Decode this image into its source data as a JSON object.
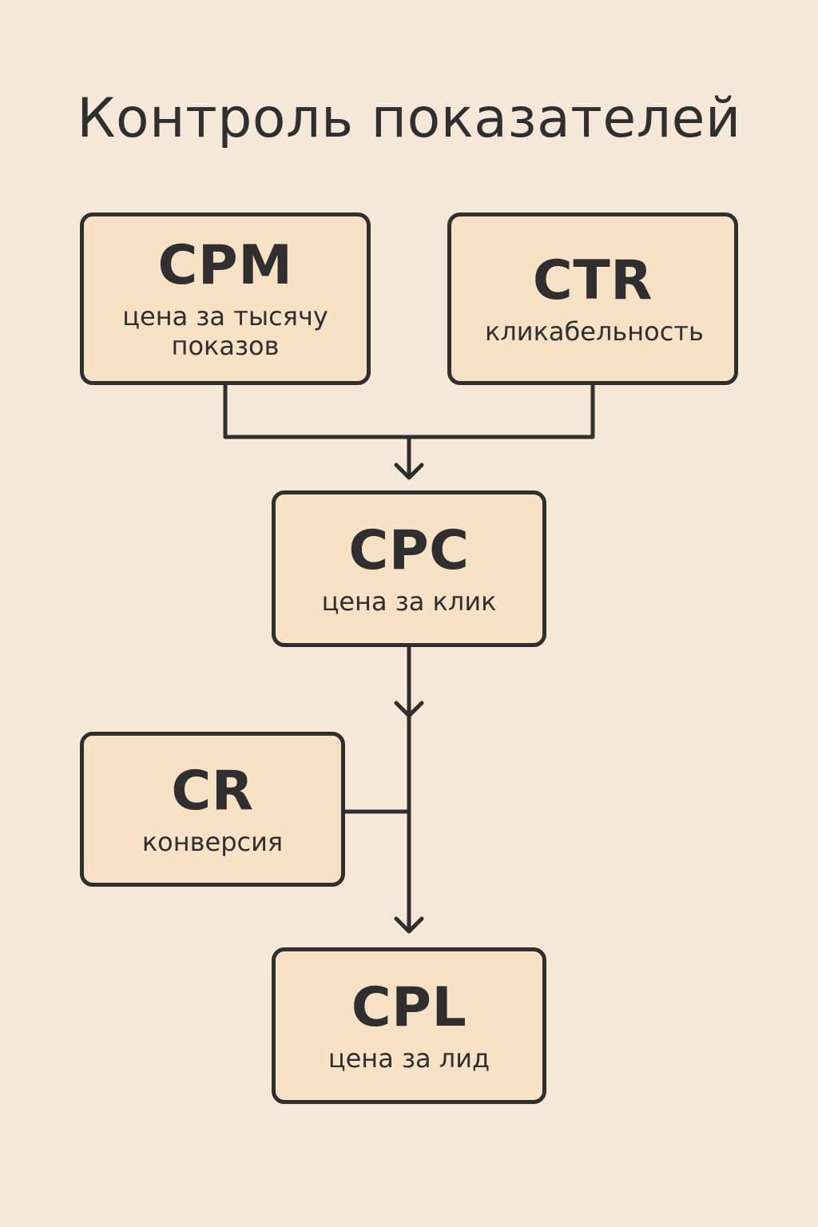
{
  "title": "Контроль показателей",
  "nodes": {
    "cpm": {
      "abbr": "CPM",
      "desc": "цена за тысячу показов"
    },
    "ctr": {
      "abbr": "CTR",
      "desc": "кликабельность"
    },
    "cpc": {
      "abbr": "CPC",
      "desc": "цена за клик"
    },
    "cr": {
      "abbr": "CR",
      "desc": "конверсия"
    },
    "cpl": {
      "abbr": "CPL",
      "desc": "цена за лид"
    }
  },
  "colors": {
    "background": "#f6e8d9",
    "box_fill": "#f7e2c6",
    "line": "#2f2f2f",
    "text": "#2f2f2f"
  }
}
